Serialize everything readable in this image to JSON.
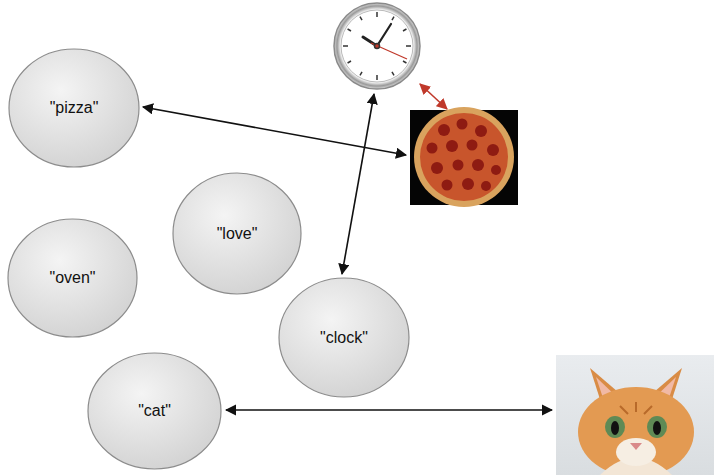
{
  "diagram": {
    "nodes": [
      {
        "text": [
          "\"pizza\""
        ]
      },
      {
        "text": [
          "\"love\""
        ]
      },
      {
        "text": [
          "\"oven\""
        ]
      },
      {
        "text": [
          "\"clock\""
        ]
      },
      {
        "text": [
          "\"cat\""
        ]
      }
    ]
  }
}
